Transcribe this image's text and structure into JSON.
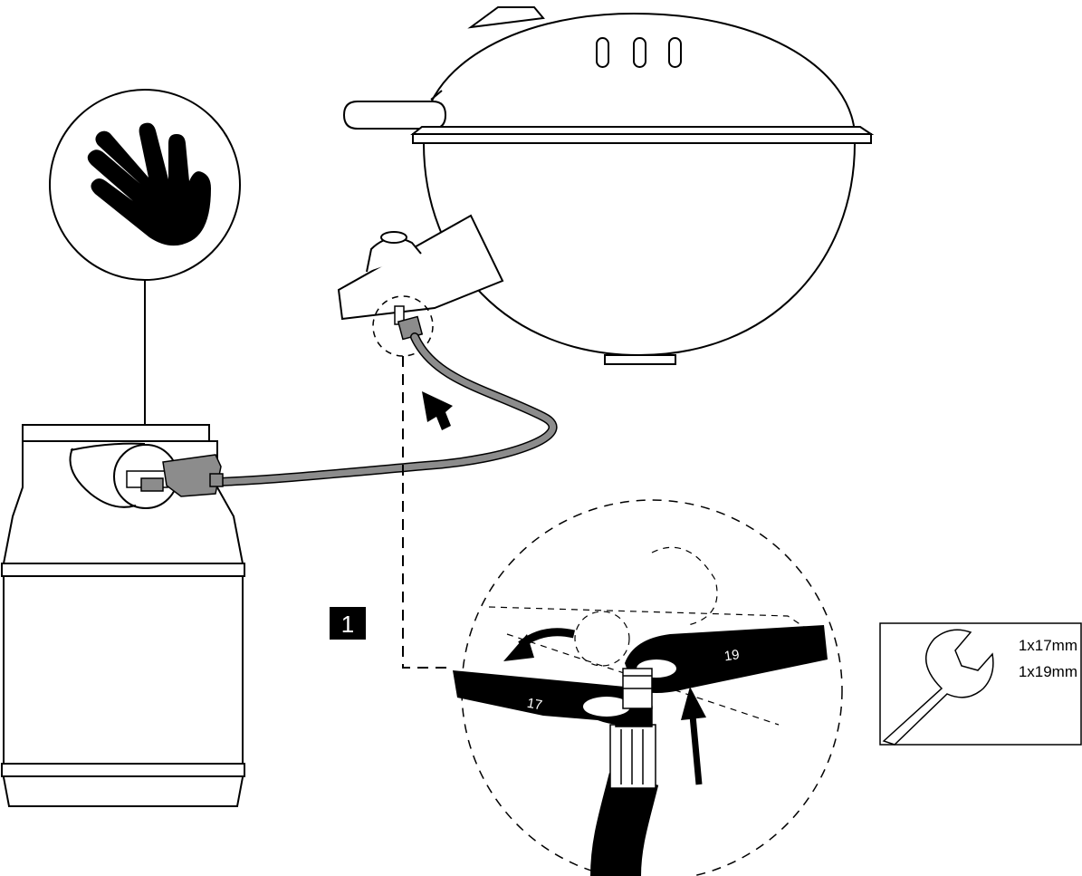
{
  "step": {
    "number": "1"
  },
  "tools": {
    "wrench_icon": "wrench-icon",
    "items": [
      "1x17mm",
      "1x19mm"
    ]
  },
  "wrenches": {
    "left_size": "17",
    "right_size": "19"
  },
  "detail_icon": "hand-icon",
  "colors": {
    "ink": "#000000",
    "hose": "#8c8c8c",
    "paper": "#ffffff"
  }
}
